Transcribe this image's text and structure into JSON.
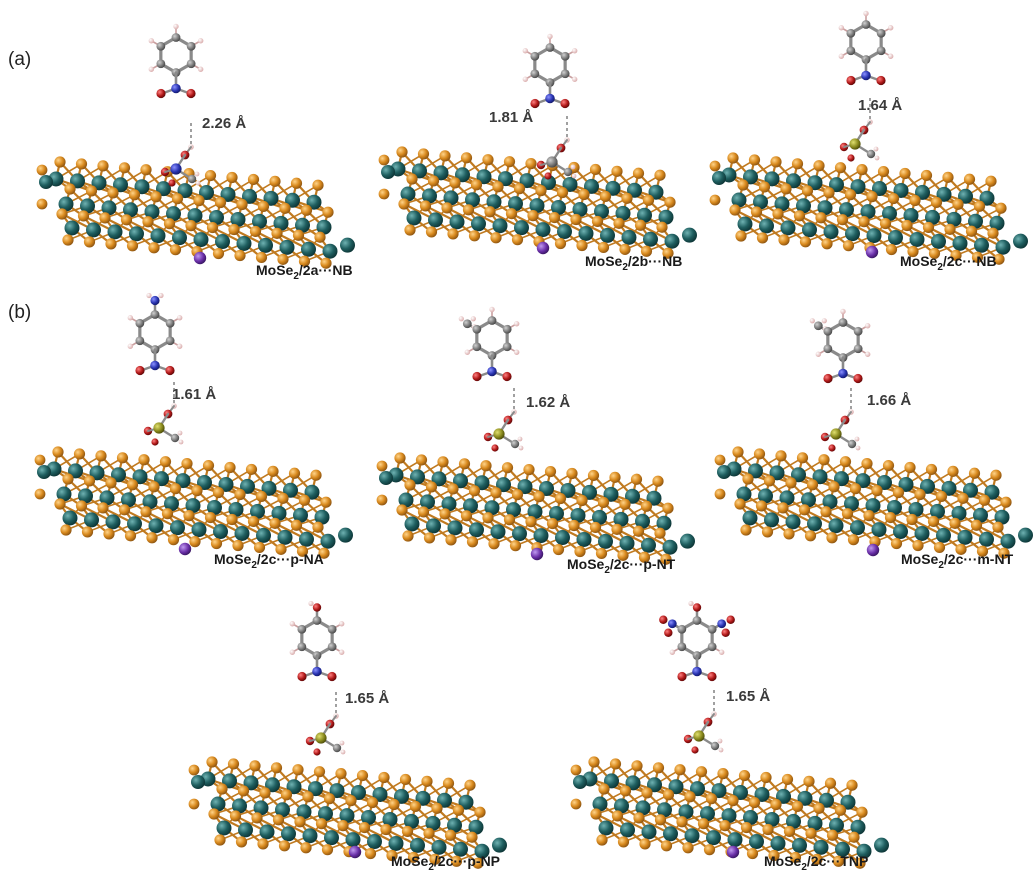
{
  "panels": [
    {
      "label": "(a)"
    },
    {
      "label": "(b)"
    }
  ],
  "structures": [
    {
      "id": "s1",
      "adsorbate": "NB",
      "distance": "2.26 Å",
      "cap_pre": "MoSe",
      "cap_sub": "2",
      "cap_post": "/2a···NB"
    },
    {
      "id": "s2",
      "adsorbate": "NB",
      "distance": "1.81 Å",
      "cap_pre": "MoSe",
      "cap_sub": "2",
      "cap_post": "/2b···NB"
    },
    {
      "id": "s3",
      "adsorbate": "NB",
      "distance": "1.64 Å",
      "cap_pre": "MoSe",
      "cap_sub": "2",
      "cap_post": "/2c···NB"
    },
    {
      "id": "s4",
      "adsorbate": "pNA",
      "distance": "1.61 Å",
      "cap_pre": "MoSe",
      "cap_sub": "2",
      "cap_post": "/2c···p-NA"
    },
    {
      "id": "s5",
      "adsorbate": "pNT",
      "distance": "1.62 Å",
      "cap_pre": "MoSe",
      "cap_sub": "2",
      "cap_post": "/2c···p-NT"
    },
    {
      "id": "s6",
      "adsorbate": "mNT",
      "distance": "1.66 Å",
      "cap_pre": "MoSe",
      "cap_sub": "2",
      "cap_post": "/2c···m-NT"
    },
    {
      "id": "s7",
      "adsorbate": "pNP",
      "distance": "1.65 Å",
      "cap_pre": "MoSe",
      "cap_sub": "2",
      "cap_post": "/2c···p-NP"
    },
    {
      "id": "s8",
      "adsorbate": "TNP",
      "distance": "1.65 Å",
      "cap_pre": "MoSe",
      "cap_sub": "2",
      "cap_post": "/2c···TNP"
    }
  ],
  "colors": {
    "selenium": "#d98a1e",
    "molybdenum": "#1f5f60",
    "carbon": "#7b7b7b",
    "hydrogen": "#e8c8c8",
    "nitrogen": "#2833b0",
    "oxygen": "#b01818",
    "phosphorus": "#8b8b1e",
    "potassium": "#6a2fa8",
    "bond": "#8a8a8a",
    "hbond": "#777777"
  }
}
